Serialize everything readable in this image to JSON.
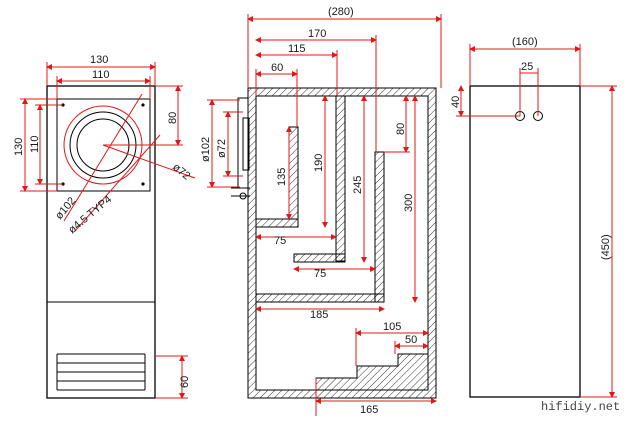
{
  "front_view": {
    "width_outer": "130",
    "width_inner": "110",
    "height_outer": "130",
    "height_inner": "110",
    "offset_top": "80",
    "dia_cutout": "ø102",
    "dia_circle": "ø72",
    "screw": "ø4.5 TYP4",
    "port_height": "60"
  },
  "section_view": {
    "total_width": "(280)",
    "w170": "170",
    "w115": "115",
    "w60": "60",
    "h135": "135",
    "h190": "190",
    "h245": "245",
    "h300": "300",
    "h80": "80",
    "w75a": "75",
    "w75b": "75",
    "w185": "185",
    "w105": "105",
    "w50": "50",
    "w165": "165",
    "d102": "ø102",
    "d72": "ø72"
  },
  "side_view": {
    "depth": "(160)",
    "port_spacing": "25",
    "port_offset": "40",
    "height": "(450)"
  },
  "watermark": "hifidiy.net"
}
